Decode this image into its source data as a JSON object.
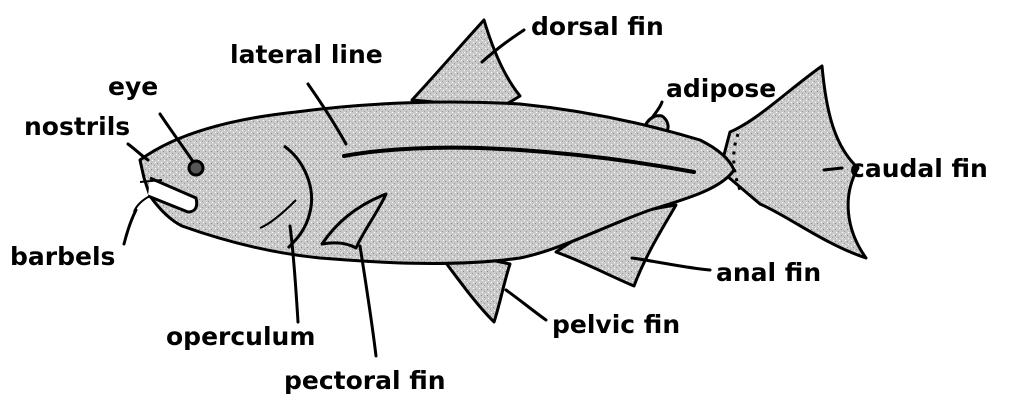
{
  "labels": {
    "dorsal_fin": "dorsal fin",
    "lateral_line": "lateral line",
    "eye": "eye",
    "adipose": "adipose",
    "nostrils": "nostrils",
    "caudal_fin": "caudal fin",
    "barbels": "barbels",
    "anal_fin": "anal fin",
    "pelvic_fin": "pelvic fin",
    "operculum": "operculum",
    "pectoral_fin": "pectoral fin"
  },
  "colors": {
    "fish_fill": "#c6c6c6",
    "outline": "#000000",
    "background": "#ffffff"
  }
}
